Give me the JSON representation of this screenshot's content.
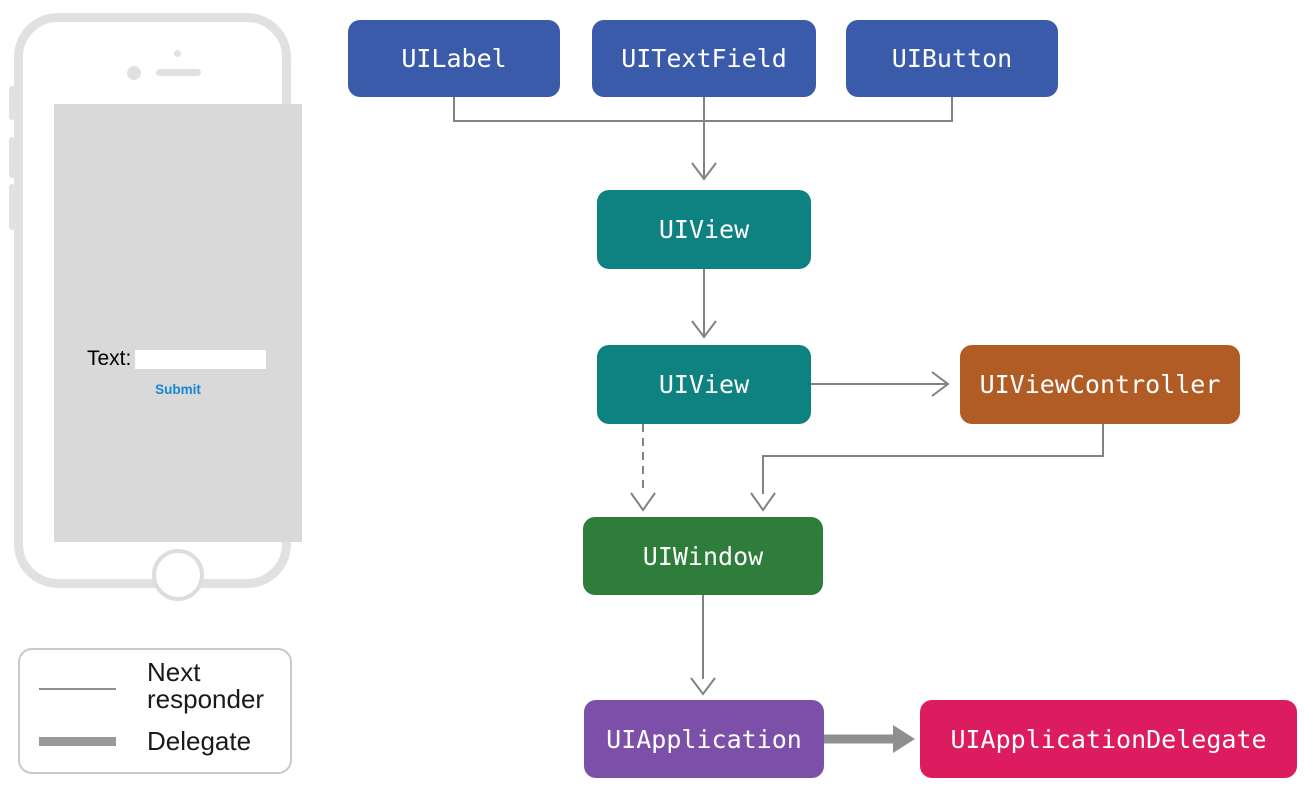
{
  "phone": {
    "text_label": "Text:",
    "input_value": "",
    "input_placeholder": "",
    "submit_label": "Submit",
    "submit_color": "#1786d3"
  },
  "diagram": {
    "arrow_color": "#828282",
    "delegate_arrow_color": "#8f8f8f",
    "nodes": [
      {
        "id": "uilabel",
        "label": "UILabel",
        "color": "#3a5ba9"
      },
      {
        "id": "uitextfield",
        "label": "UITextField",
        "color": "#3a5ba9"
      },
      {
        "id": "uibutton",
        "label": "UIButton",
        "color": "#3a5ba9"
      },
      {
        "id": "uiview-subview",
        "label": "UIView",
        "color": "#0e8281"
      },
      {
        "id": "uiview-root",
        "label": "UIView",
        "color": "#0e8281"
      },
      {
        "id": "uiviewcontroller",
        "label": "UIViewController",
        "color": "#b15c25"
      },
      {
        "id": "uiwindow",
        "label": "UIWindow",
        "color": "#2f7d3b"
      },
      {
        "id": "uiapplication",
        "label": "UIApplication",
        "color": "#7c50a8"
      },
      {
        "id": "uiapplicationdelegate",
        "label": "UIApplicationDelegate",
        "color": "#dd1c5f"
      }
    ],
    "edges": [
      {
        "from": "UILabel",
        "to": "UIView (subview)",
        "type": "next-responder"
      },
      {
        "from": "UITextField",
        "to": "UIView (subview)",
        "type": "next-responder"
      },
      {
        "from": "UIButton",
        "to": "UIView (subview)",
        "type": "next-responder"
      },
      {
        "from": "UIView (subview)",
        "to": "UIView (root)",
        "type": "next-responder"
      },
      {
        "from": "UIView (root)",
        "to": "UIViewController",
        "type": "next-responder"
      },
      {
        "from": "UIView (root)",
        "to": "UIWindow",
        "type": "next-responder-dashed"
      },
      {
        "from": "UIViewController",
        "to": "UIWindow",
        "type": "next-responder"
      },
      {
        "from": "UIWindow",
        "to": "UIApplication",
        "type": "next-responder"
      },
      {
        "from": "UIApplication",
        "to": "UIApplicationDelegate",
        "type": "delegate"
      }
    ]
  },
  "legend": {
    "items": [
      {
        "style": "thin",
        "label": "Next responder"
      },
      {
        "style": "thick",
        "label": "Delegate"
      }
    ]
  }
}
